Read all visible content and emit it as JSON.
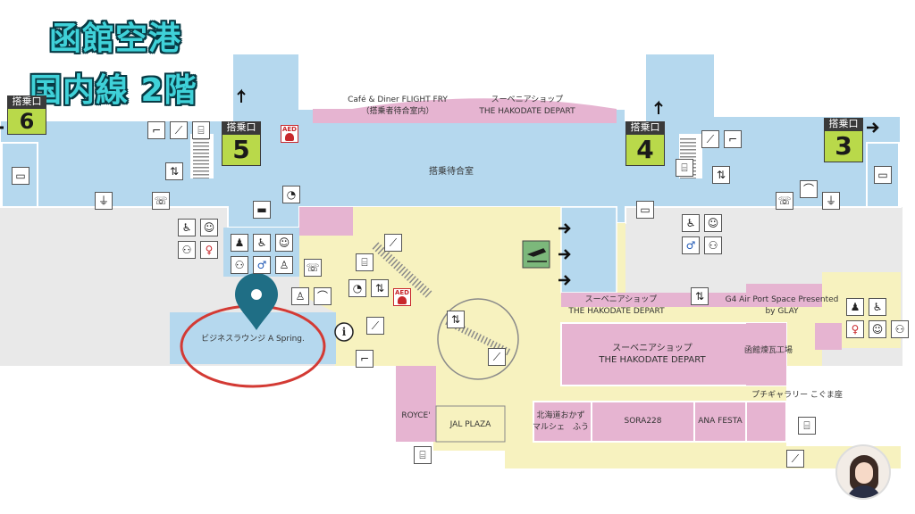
{
  "title": {
    "line1": "函館空港",
    "line2": "国内線 2階"
  },
  "gates": [
    {
      "label": "搭乗口",
      "number": "6"
    },
    {
      "label": "搭乗口",
      "number": "5"
    },
    {
      "label": "搭乗口",
      "number": "4"
    },
    {
      "label": "搭乗口",
      "number": "3"
    }
  ],
  "areas": {
    "cafe": "Café & Diner FLIGHT FRY",
    "cafe_note": "（搭乗者待合室内）",
    "souvenir_top_jp": "スーベニアショップ",
    "souvenir_top_en": "THE HAKODATE DEPART",
    "waiting_room": "搭乗待合室",
    "souvenir_mid_jp": "スーベニアショップ",
    "souvenir_mid_en": "THE HAKODATE DEPART",
    "g4_space_line1": "G4 Air Port Space Presented",
    "g4_space_line2": "by GLAY",
    "souvenir_big_jp": "スーベニアショップ",
    "souvenir_big_en": "THE HAKODATE DEPART",
    "renga": "函館煉瓦工場",
    "gallery": "プチギャラリー こぐま座",
    "royce": "ROYCE'",
    "jal_plaza": "JAL PLAZA",
    "okazu_line1": "北海道おかず",
    "okazu_line2": "マルシェ　ふう",
    "sora228": "SORA228",
    "ana_festa": "ANA FESTA",
    "lounge": "ビジネスラウンジ A Spring."
  },
  "aed_label": "AED",
  "info_symbol": "i",
  "icons": [
    "massage-chair-icon",
    "escalator-icon",
    "stairs-icon",
    "elevator-icon",
    "power-outlet-icon",
    "telephone-icon",
    "wheelchair-icon",
    "toilet-icon",
    "nursing-room-icon",
    "smoking-room-icon",
    "atm-icon",
    "laptop-icon",
    "flight-departure-icon",
    "water-fountain-icon",
    "information-icon"
  ],
  "colors": {
    "waiting_area": "#b5d8ee",
    "public_area": "#f7f2bf",
    "shop": "#e6b4d1",
    "corridor": "#e9e9e9",
    "gate_number_bg": "#b9d94a",
    "lounge_circle": "#d33a34",
    "pin": "#1f6e85",
    "title_fill": "#3fd1d8"
  }
}
